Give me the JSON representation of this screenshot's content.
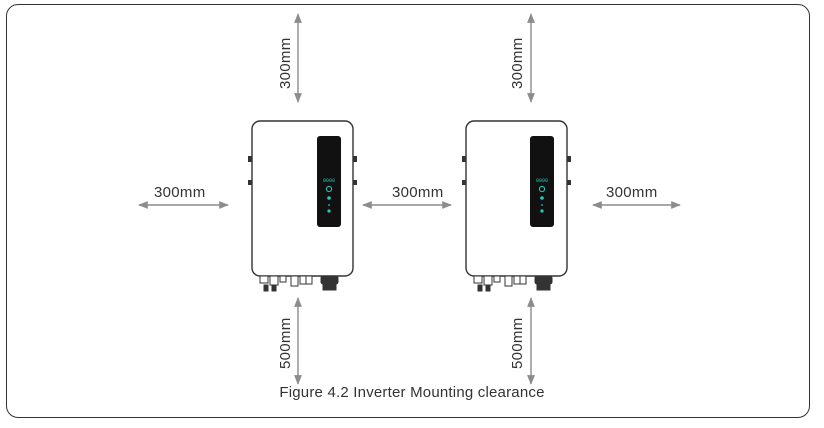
{
  "figure": {
    "caption": "Figure 4.2 Inverter Mounting clearance",
    "clearances": {
      "top_left": "300mm",
      "top_right": "300mm",
      "left": "300mm",
      "middle": "300mm",
      "right": "300mm",
      "bottom_left": "500mm",
      "bottom_right": "500mm"
    },
    "inverters": [
      {
        "id": "left",
        "display_text": "0000"
      },
      {
        "id": "right",
        "display_text": "0000"
      }
    ]
  },
  "colors": {
    "outline": "#333333",
    "arrow": "#8c8c8c",
    "panel": "#111111",
    "led": "#29c9b8"
  }
}
